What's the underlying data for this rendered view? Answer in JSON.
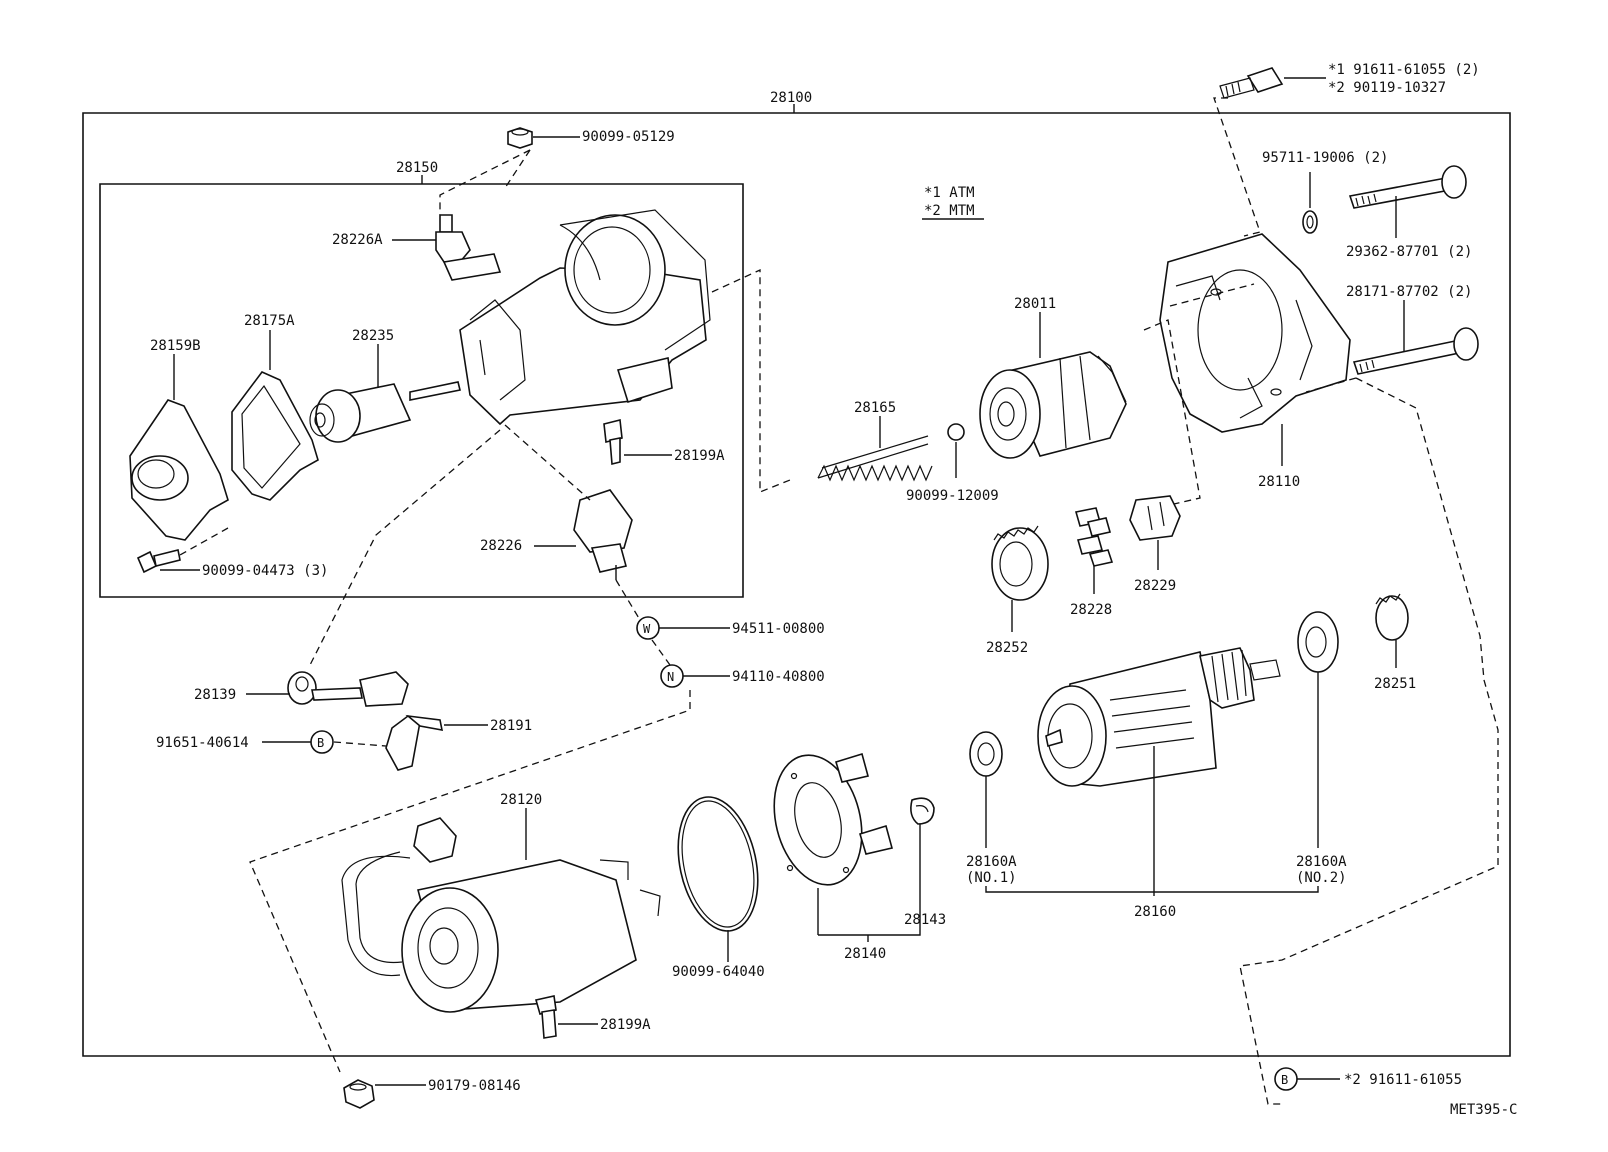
{
  "diagram_code": "MET395-C",
  "legend": {
    "atm": "*1 ATM",
    "mtm": "*2 MTM"
  },
  "assembly_label": "28100",
  "labels": {
    "n28150": "28150",
    "n90099_05129": "90099-05129",
    "n28226A": "28226A",
    "n28175A": "28175A",
    "n28159B": "28159B",
    "n28235": "28235",
    "n28199A_top": "28199A",
    "n28226": "28226",
    "n90099_04473": "90099-04473 (3)",
    "n94511_00800": "94511-00800",
    "n94110_40800": "94110-40800",
    "n28139": "28139",
    "n91651_40614": "91651-40614",
    "n28191": "28191",
    "n28120": "28120",
    "n90099_64040": "90099-64040",
    "n28199A_bottom": "28199A",
    "n90179_08146": "90179-08146",
    "n28140": "28140",
    "n28143": "28143",
    "n28165": "28165",
    "n90099_12009": "90099-12009",
    "n28011": "28011",
    "n28252": "28252",
    "n28228": "28228",
    "n28229": "28229",
    "n28110": "28110",
    "n95711_19006": "95711-19006 (2)",
    "n29362_87701": "29362-87701 (2)",
    "n28171_87702": "28171-87702 (2)",
    "n91611_atm": "*1 91611-61055 (2)",
    "n90119_mtm": "*2 90119-10327",
    "n28160A_1": "28160A",
    "n28160A_1_sub": "(NO.1)",
    "n28160A_2": "28160A",
    "n28160A_2_sub": "(NO.2)",
    "n28160": "28160",
    "n28251": "28251",
    "n91611_bottom": "*2 91611-61055"
  },
  "callout_letters": {
    "w": "W",
    "n": "N",
    "b_left": "B",
    "b_right": "B"
  }
}
